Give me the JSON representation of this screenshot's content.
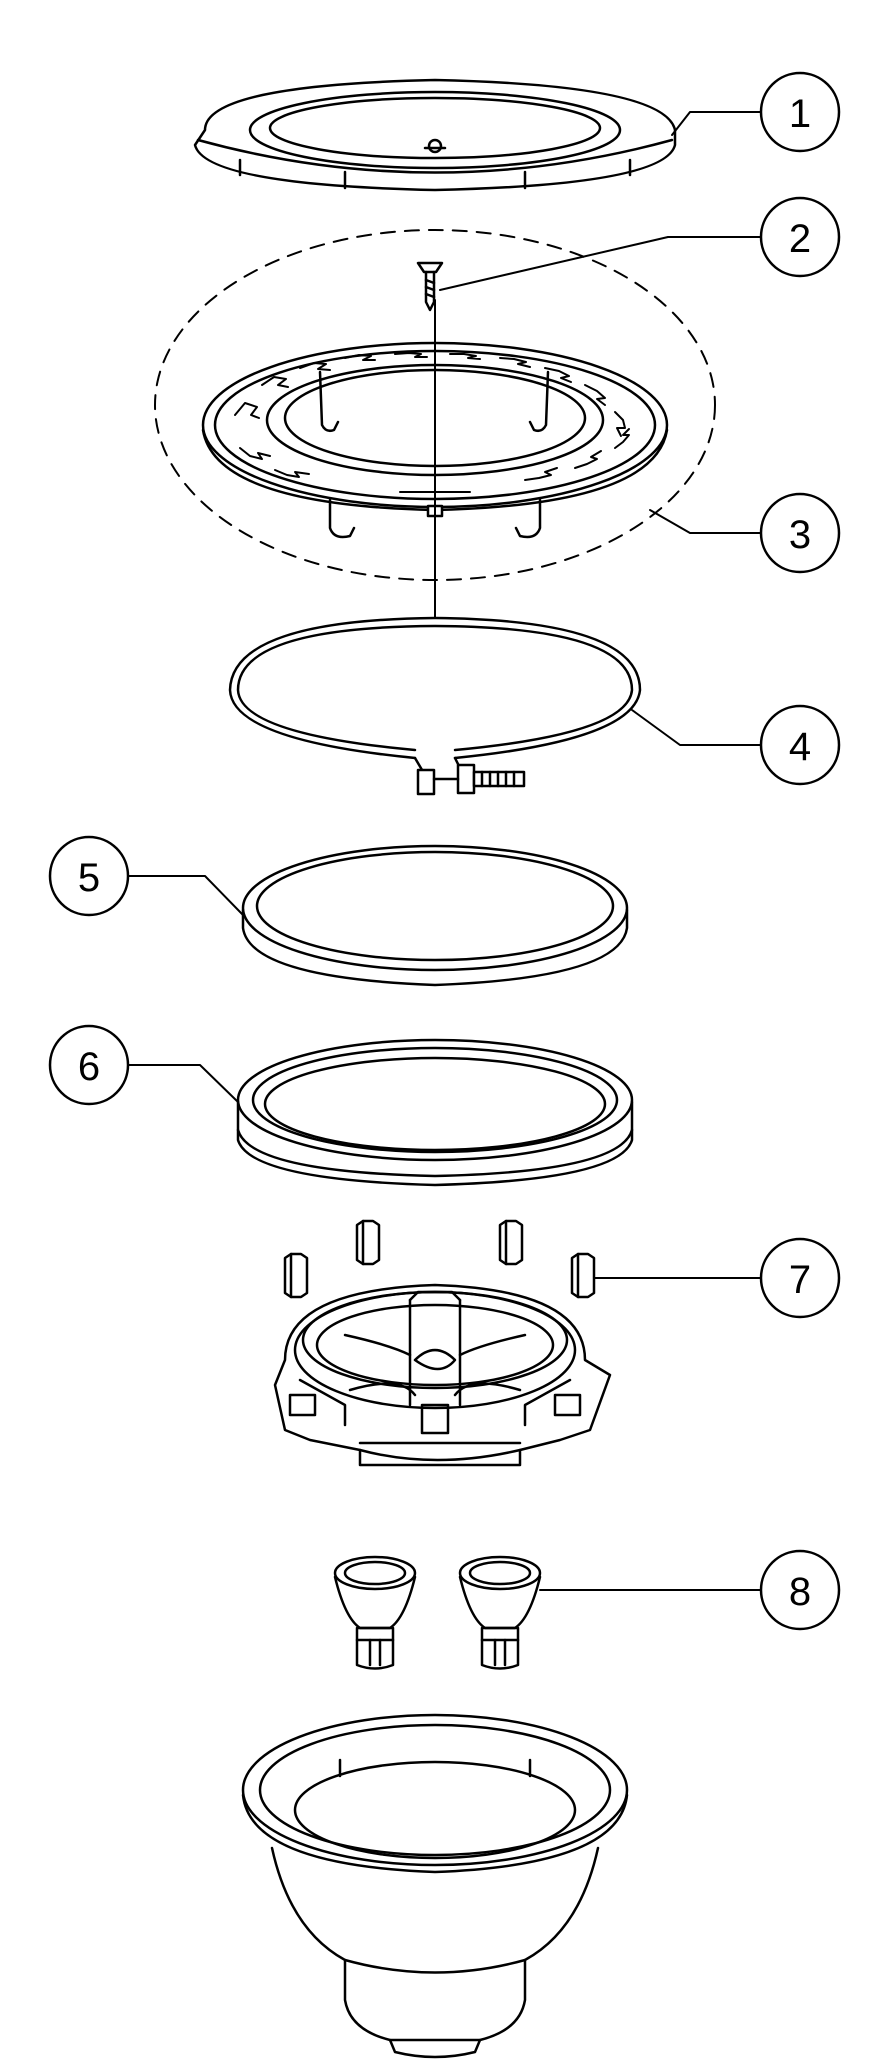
{
  "diagram": {
    "line_color": "#000000",
    "background": "#ffffff",
    "callouts": [
      {
        "id": "1",
        "label": "1",
        "part": "face-ring"
      },
      {
        "id": "2",
        "label": "2",
        "part": "screw"
      },
      {
        "id": "3",
        "label": "3",
        "part": "decorative-ring"
      },
      {
        "id": "4",
        "label": "4",
        "part": "clamp-band"
      },
      {
        "id": "5",
        "label": "5",
        "part": "lens"
      },
      {
        "id": "6",
        "label": "6",
        "part": "gasket"
      },
      {
        "id": "7",
        "label": "7",
        "part": "lamp-assembly-standoffs"
      },
      {
        "id": "8",
        "label": "8",
        "part": "bulbs"
      }
    ]
  }
}
